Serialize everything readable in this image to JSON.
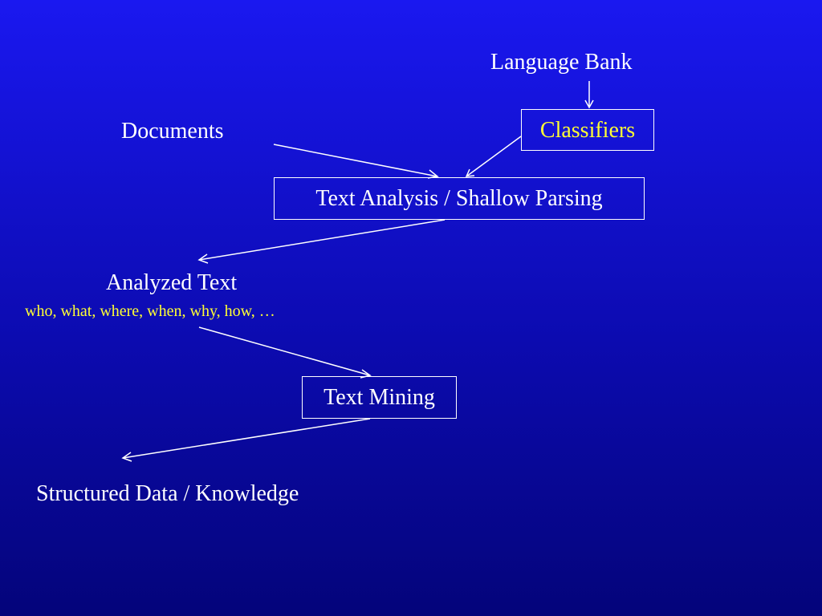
{
  "diagram": {
    "language_bank": "Language Bank",
    "classifiers": "Classifiers",
    "documents": "Documents",
    "text_analysis": "Text Analysis / Shallow Parsing",
    "analyzed_text": "Analyzed Text",
    "analyzed_text_sub": "who, what, where, when, why, how, …",
    "text_mining": "Text Mining",
    "structured_data": "Structured Data / Knowledge"
  },
  "colors": {
    "background_top": "#1a18f0",
    "background_bottom": "#04047a",
    "text": "#ffffff",
    "highlight": "#ffff33"
  }
}
